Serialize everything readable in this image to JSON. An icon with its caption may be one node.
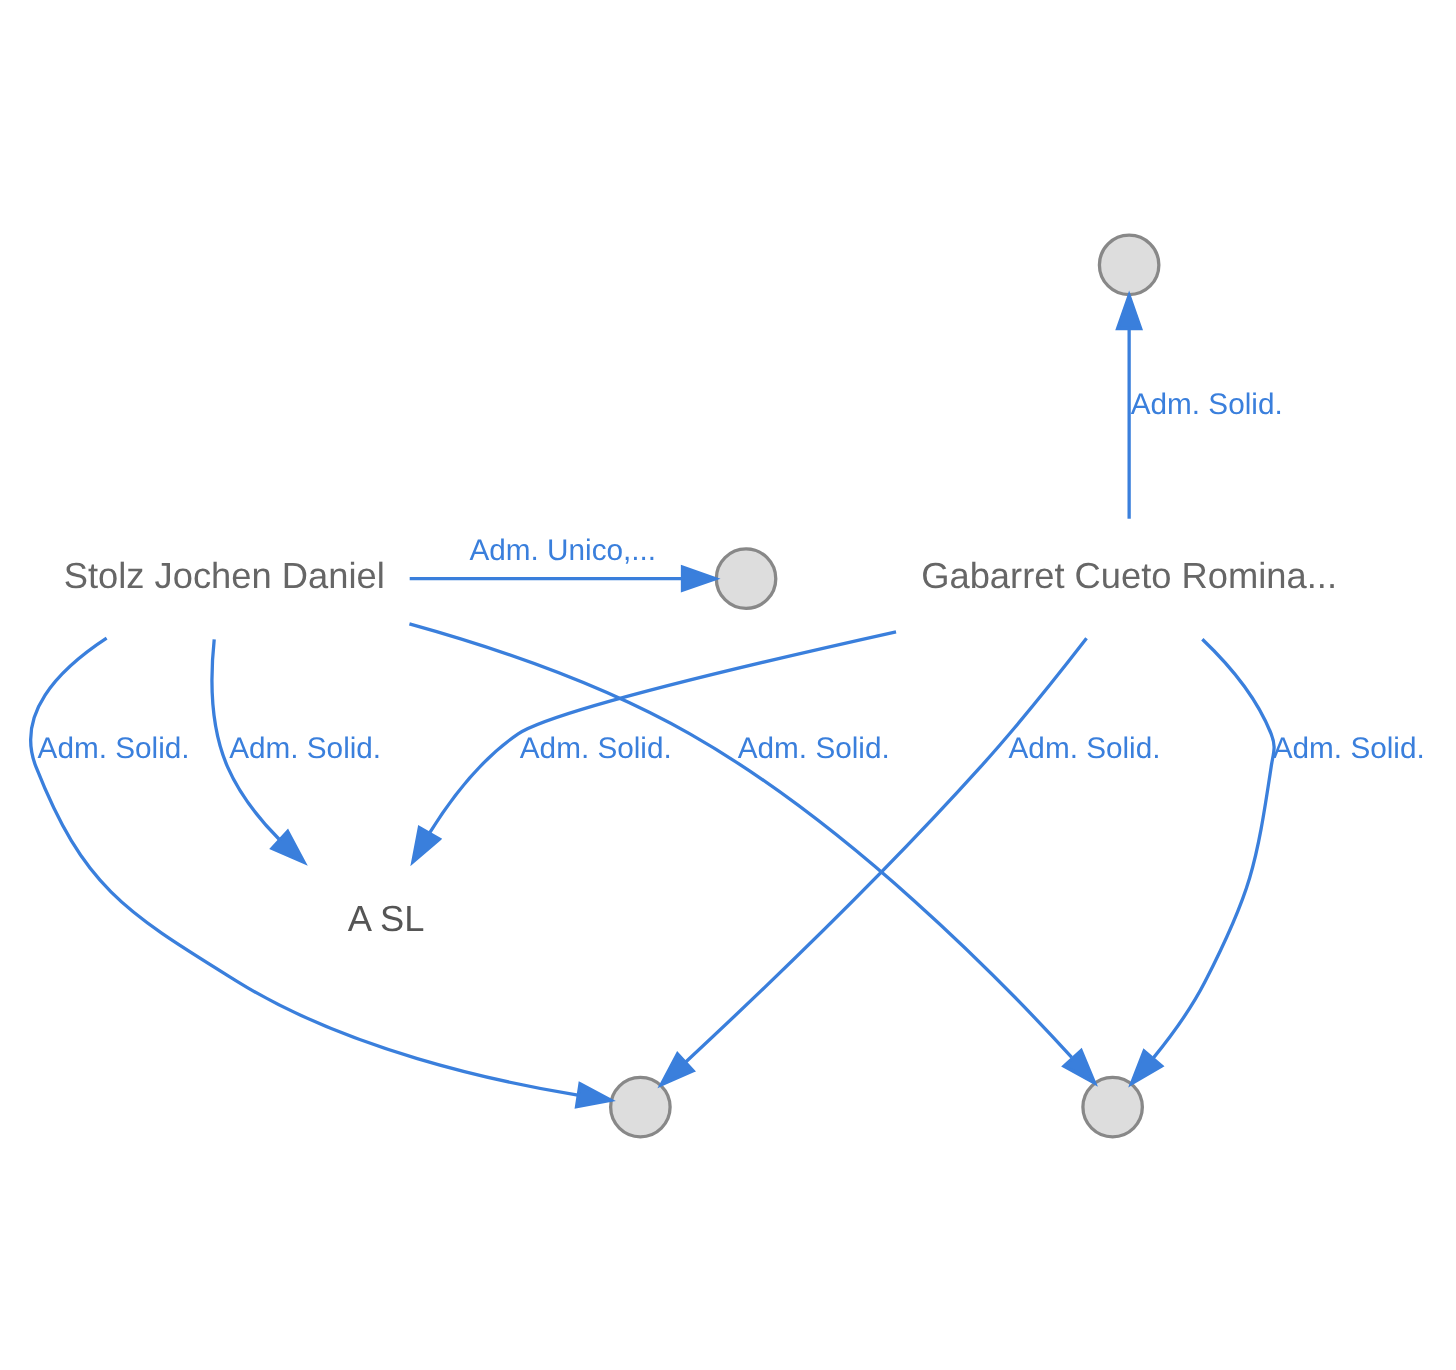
{
  "diagram": {
    "nodes": [
      {
        "text": [],
        "shape": "circle"
      },
      {
        "text": [
          "Gabarret Cueto Romina..."
        ]
      },
      {
        "text": [
          "Stolz Jochen Daniel"
        ]
      },
      {
        "text": [],
        "shape": "circle"
      },
      {
        "text": [
          "A SL"
        ]
      },
      {
        "text": [],
        "shape": "circle"
      },
      {
        "text": [],
        "shape": "circle"
      }
    ],
    "edges": [
      {
        "from": 1,
        "to": 0,
        "arrow": "to",
        "label": "Adm. Solid."
      },
      {
        "from": 1,
        "to": 4,
        "arrow": "to",
        "label": "Adm. Solid."
      },
      {
        "from": 2,
        "to": 4,
        "arrow": "to",
        "label": "Adm. Solid."
      },
      {
        "from": 1,
        "to": 5,
        "arrow": "to",
        "label": "Adm. Solid."
      },
      {
        "from": 1,
        "to": 6,
        "arrow": "to",
        "label": "Adm. Solid."
      },
      {
        "from": 2,
        "to": 5,
        "arrow": "to",
        "label": "Adm. Solid."
      },
      {
        "from": 2,
        "to": 6,
        "arrow": "to",
        "label": "Adm. Solid."
      },
      {
        "from": 2,
        "to": 3,
        "arrow": "to",
        "label": "Adm. Unico,..."
      }
    ]
  }
}
